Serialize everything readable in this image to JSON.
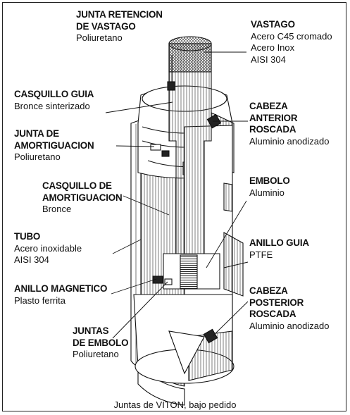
{
  "labels": {
    "junta_retencion": {
      "title": [
        "JUNTA RETENCION",
        "DE VASTAGO"
      ],
      "material": [
        "Poliuretano"
      ]
    },
    "vastago": {
      "title": [
        "VASTAGO"
      ],
      "material": [
        "Acero C45 cromado",
        "Acero Inox",
        "AISI 304"
      ]
    },
    "casquillo_guia": {
      "title": [
        "CASQUILLO GUIA"
      ],
      "material": [
        "Bronce sinterizado"
      ]
    },
    "cabeza_anterior": {
      "title": [
        "CABEZA",
        "ANTERIOR",
        "ROSCADA"
      ],
      "material": [
        "Aluminio anodizado"
      ]
    },
    "junta_amortiguacion": {
      "title": [
        "JUNTA DE",
        "AMORTIGUACION"
      ],
      "material": [
        "Poliuretano"
      ]
    },
    "casquillo_amortiguacion": {
      "title": [
        "CASQUILLO DE",
        "AMORTIGUACION"
      ],
      "material": [
        "Bronce"
      ]
    },
    "embolo": {
      "title": [
        "EMBOLO"
      ],
      "material": [
        "Aluminio"
      ]
    },
    "tubo": {
      "title": [
        "TUBO"
      ],
      "material": [
        "Acero inoxidable",
        "AISI 304"
      ]
    },
    "anillo_guia": {
      "title": [
        "ANILLO GUIA"
      ],
      "material": [
        "PTFE"
      ]
    },
    "anillo_magnetico": {
      "title": [
        "ANILLO MAGNETICO"
      ],
      "material": [
        "Plasto ferrita"
      ]
    },
    "cabeza_posterior": {
      "title": [
        "CABEZA",
        "POSTERIOR",
        "ROSCADA"
      ],
      "material": [
        "Aluminio anodizado"
      ]
    },
    "juntas_embolo": {
      "title": [
        "JUNTAS",
        "DE EMBOLO"
      ],
      "material": [
        "Poliuretano"
      ]
    }
  },
  "caption": "Juntas de VITON, bajo pedido"
}
